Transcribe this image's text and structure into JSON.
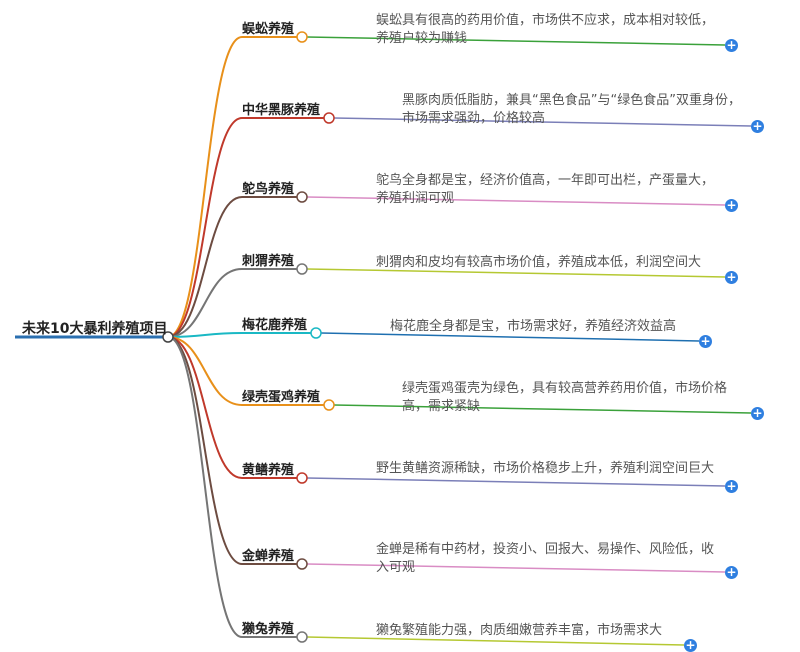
{
  "root": {
    "label": "未来10大暴利养殖项目"
  },
  "branches": [
    {
      "label": "蜈蚣养殖",
      "desc": "蜈蚣具有很高的药用价值，市场供不应求，成本相对较低，养殖户较为赚钱",
      "color": "#e8901a",
      "lineColor": "#3aa13a"
    },
    {
      "label": "中华黑豚养殖",
      "desc": "黑豚肉质低脂肪，兼具“黑色食品”与“绿色食品”双重身份，市场需求强劲，价格较高",
      "color": "#c0392b",
      "lineColor": "#7b7fb8"
    },
    {
      "label": "鸵鸟养殖",
      "desc": "鸵鸟全身都是宝，经济价值高，一年即可出栏，产蛋量大，养殖利润可观",
      "color": "#6d4c41",
      "lineColor": "#d98cc4"
    },
    {
      "label": "刺猬养殖",
      "desc": "刺猬肉和皮均有较高市场价值，养殖成本低，利润空间大",
      "color": "#757575",
      "lineColor": "#b5c832"
    },
    {
      "label": "梅花鹿养殖",
      "desc": "梅花鹿全身都是宝，市场需求好，养殖经济效益高",
      "color": "#1ab8c4",
      "lineColor": "#1e6fb0"
    },
    {
      "label": "绿壳蛋鸡养殖",
      "desc": "绿壳蛋鸡蛋壳为绿色，具有较高营养药用价值，市场价格高，需求紧缺",
      "color": "#e8901a",
      "lineColor": "#3aa13a"
    },
    {
      "label": "黄鳝养殖",
      "desc": "野生黄鳝资源稀缺，市场价格稳步上升，养殖利润空间巨大",
      "color": "#c0392b",
      "lineColor": "#7b7fb8"
    },
    {
      "label": "金蝉养殖",
      "desc": "金蝉是稀有中药材，投资小、回报大、易操作、风险低，收入可观",
      "color": "#6d4c41",
      "lineColor": "#d98cc4"
    },
    {
      "label": "獭兔养殖",
      "desc": "獭兔繁殖能力强，肉质细嫩营养丰富，市场需求大",
      "color": "#757575",
      "lineColor": "#b5c832"
    }
  ],
  "icons": {
    "expand": "plus-circle-icon",
    "expand_glyph": "+"
  },
  "colors": {
    "root_line": "#2a6fb0",
    "expand_button": "#2f7fe0"
  }
}
